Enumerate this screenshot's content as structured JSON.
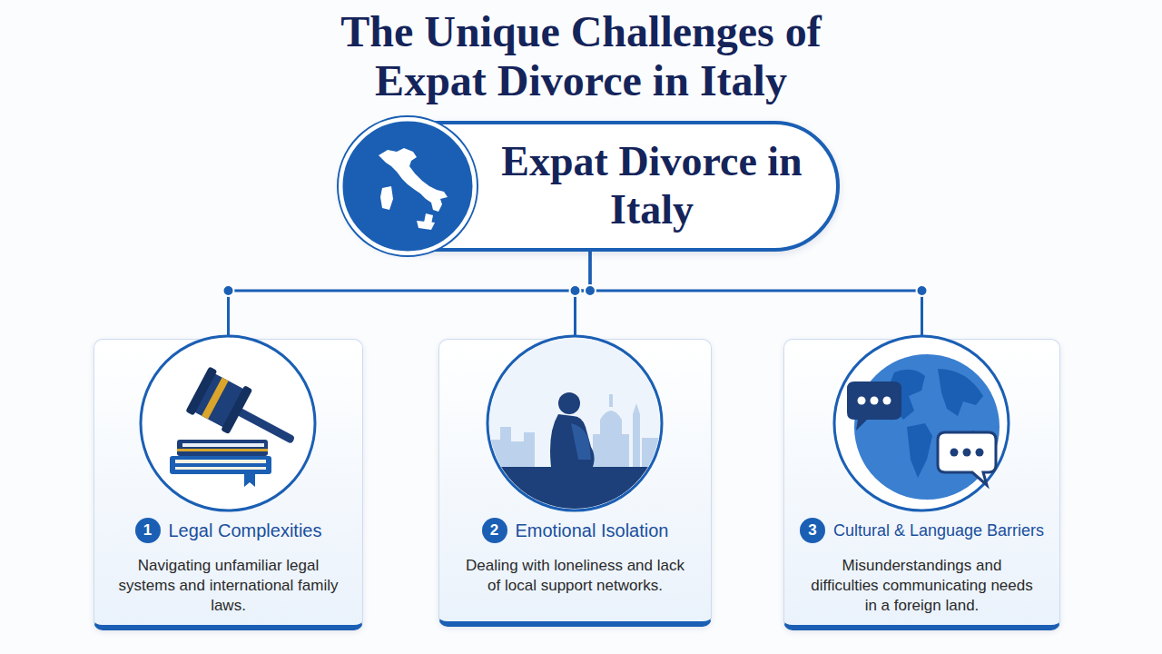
{
  "diagram": {
    "title": "The Unique Challenges of Expat Divorce in Italy",
    "nodes": [
      {
        "text": [
          "Expat Divorce in Italy"
        ]
      },
      {
        "text": [
          "1",
          "Legal Complexities",
          "Navigating unfamiliar legal systems and international family laws."
        ]
      },
      {
        "text": [
          "2",
          "Emotional Isolation",
          "Dealing with loneliness and lack of local support networks."
        ]
      },
      {
        "text": [
          "3",
          "Cultural & Language Barriers",
          "Misunderstandings and difficulties communicating needs in a foreign land."
        ]
      }
    ],
    "edges": [
      {
        "from": 0,
        "to": 1,
        "arrow": "none"
      },
      {
        "from": 0,
        "to": 2,
        "arrow": "none"
      },
      {
        "from": 0,
        "to": 3,
        "arrow": "none"
      }
    ]
  }
}
